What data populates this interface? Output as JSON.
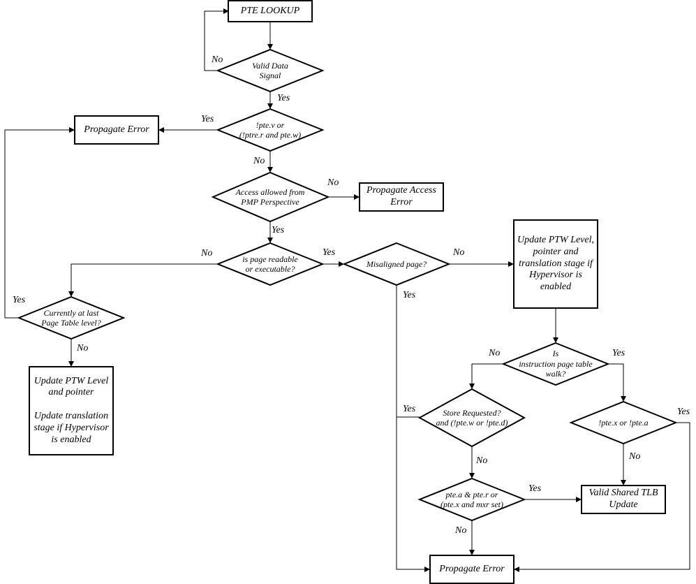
{
  "nodes": {
    "pte_lookup": "PTE LOOKUP",
    "valid_data": "Valid Data\nSignal",
    "pte_v_check": "!pte.v or\n(!ptre.r and pte.w)",
    "propagate_error_top": "Propagate Error",
    "pmp_check": "Access allowed from\nPMP Perspective",
    "propagate_access_error": "Propagate Access\nError",
    "readable_check": "is page readable\nor executable?",
    "misaligned_check": "Misaligned page?",
    "update_ptw_right": "Update PTW Level,\npointer and\ntranslation stage if\nHypervisor is\nenabled",
    "last_level_check": "Currently at last\nPage Table level?",
    "update_ptw_left": "Update PTW Level\nand pointer\n\nUpdate translation\nstage if Hypervisor\nis enabled",
    "instr_walk_check": "Is\ninstruction page table\nwalk?",
    "store_check": "Store Requested?\nand (!pte.w or !pte.d)",
    "pte_x_check": "!pte.x or !pte.a",
    "pte_a_check": "pte.a & pte.r or\n(pte.x and mxr set)",
    "valid_tlb_update": "Valid Shared TLB\nUpdate",
    "propagate_error_bottom": "Propagate Error"
  },
  "edge_labels": {
    "valid_no": "No",
    "valid_yes": "Yes",
    "ptev_yes": "Yes",
    "ptev_no": "No",
    "pmp_no": "No",
    "pmp_yes": "Yes",
    "readable_no": "No",
    "readable_yes": "Yes",
    "misaligned_no": "No",
    "misaligned_yes": "Yes",
    "last_yes": "Yes",
    "last_no": "No",
    "instr_no": "No",
    "instr_yes": "Yes",
    "store_yes": "Yes",
    "store_no": "No",
    "ptex_yes": "Yes",
    "ptex_no": "No",
    "ptea_yes": "Yes",
    "ptea_no": "No"
  }
}
